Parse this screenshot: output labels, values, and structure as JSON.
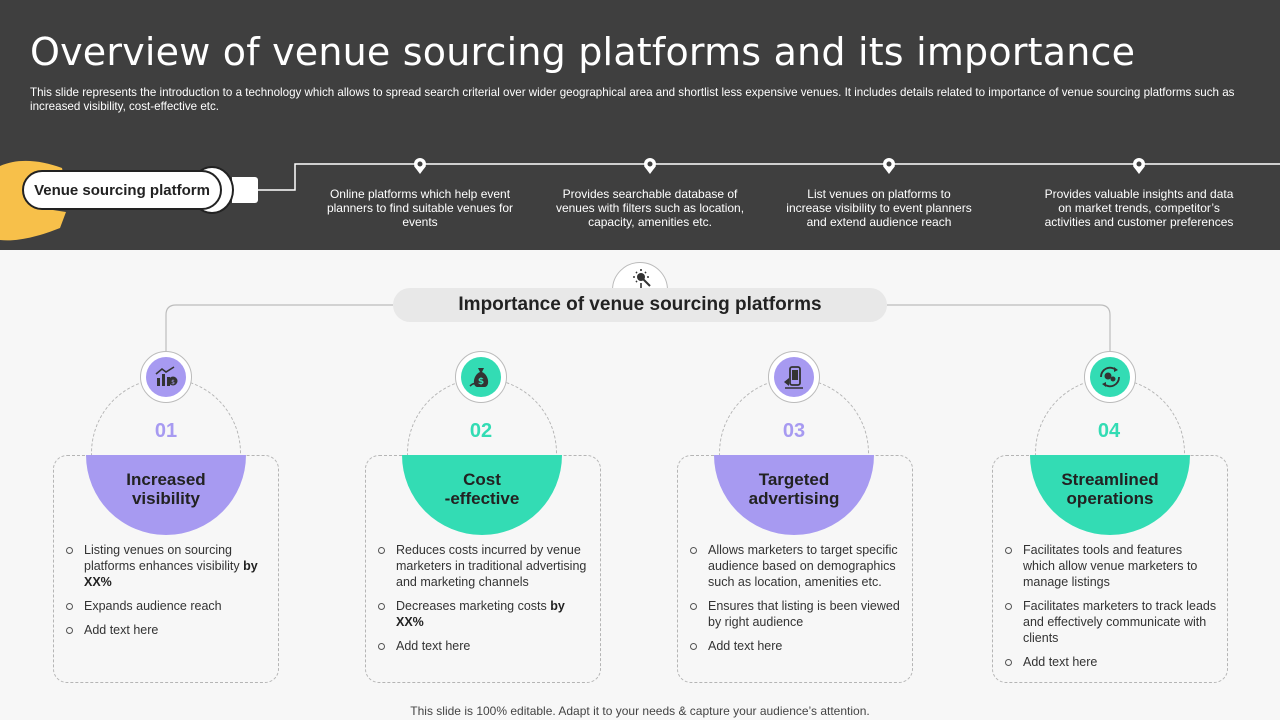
{
  "slide": {
    "title": "Overview of venue sourcing platforms and its importance",
    "subtitle": "This slide represents the introduction to a technology which allows to spread search criterial over wider geographical area and shortlist less expensive venues. It includes details related to importance of venue sourcing platforms such as increased visibility, cost-effective etc.",
    "footer": "This slide is 100% editable. Adapt it to your needs & capture your audience’s attention."
  },
  "header": {
    "pill_label": "Venue sourcing platform",
    "timeline": [
      "Online platforms which help event planners to find suitable venues for events",
      "Provides searchable database of venues with filters such as location, capacity,  amenities etc.",
      "List venues on platforms to increase visibility to event planners and extend audience reach",
      "Provides valuable insights and data on market trends, competitor’s activities and customer preferences"
    ]
  },
  "importance": {
    "title": "Importance of venue sourcing platforms",
    "cards": [
      {
        "number": "01",
        "heading_1": "Increased",
        "heading_2": "visibility",
        "color": "#a79af1",
        "icon": "chart-money-icon",
        "b1_text": "Listing venues  on sourcing platforms enhances visibility ",
        "b1_bold": "by XX%",
        "b2_text": "Expands audience reach",
        "b3_text": "Add text here"
      },
      {
        "number": "02",
        "heading_1": "Cost",
        "heading_2": "-effective",
        "color": "#33dcb4",
        "icon": "money-bag-icon",
        "b1_text": "Reduces costs incurred by venue  marketers in traditional advertising  and marketing channels",
        "b2_text": "Decreases  marketing costs ",
        "b2_bold": "by XX%",
        "b3_text": "Add text here"
      },
      {
        "number": "03",
        "heading_1": "Targeted",
        "heading_2": "advertising",
        "color": "#a79af1",
        "icon": "mobile-marketing-icon",
        "b1_text": "Allows marketers to target specific audience based on demographics  such as location, amenities etc.",
        "b2_text": "Ensures that listing is been viewed  by right audience",
        "b3_text": "Add text here"
      },
      {
        "number": "04",
        "heading_1": "Streamlined",
        "heading_2": "operations",
        "color": "#33dcb4",
        "icon": "gears-cycle-icon",
        "b1_text": "Facilitates tools and features which allow venue marketers to manage listings",
        "b2_text": "Facilitates marketers to track leads and effectively communicate with clients",
        "b3_text": "Add text here"
      }
    ]
  }
}
